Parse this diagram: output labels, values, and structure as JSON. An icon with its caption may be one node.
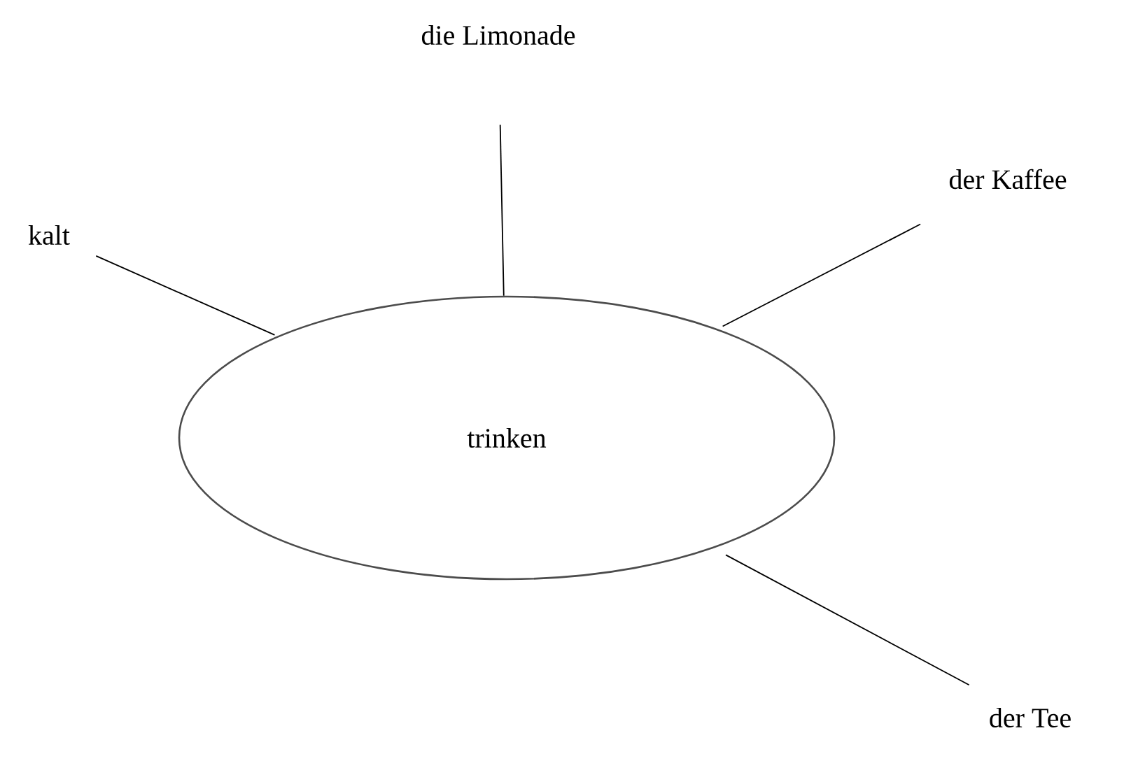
{
  "diagram": {
    "nodes": [
      {
        "text": [
          "trinken"
        ]
      },
      {
        "text": [
          "kalt"
        ]
      },
      {
        "text": [
          "die Limonade"
        ]
      },
      {
        "text": [
          "der Kaffee"
        ]
      },
      {
        "text": [
          "der Tee"
        ]
      }
    ],
    "edges": [
      {
        "from": 0,
        "to": 1,
        "arrow": "none"
      },
      {
        "from": 0,
        "to": 2,
        "arrow": "none"
      },
      {
        "from": 0,
        "to": 3,
        "arrow": "none"
      },
      {
        "from": 0,
        "to": 4,
        "arrow": "none"
      }
    ]
  }
}
